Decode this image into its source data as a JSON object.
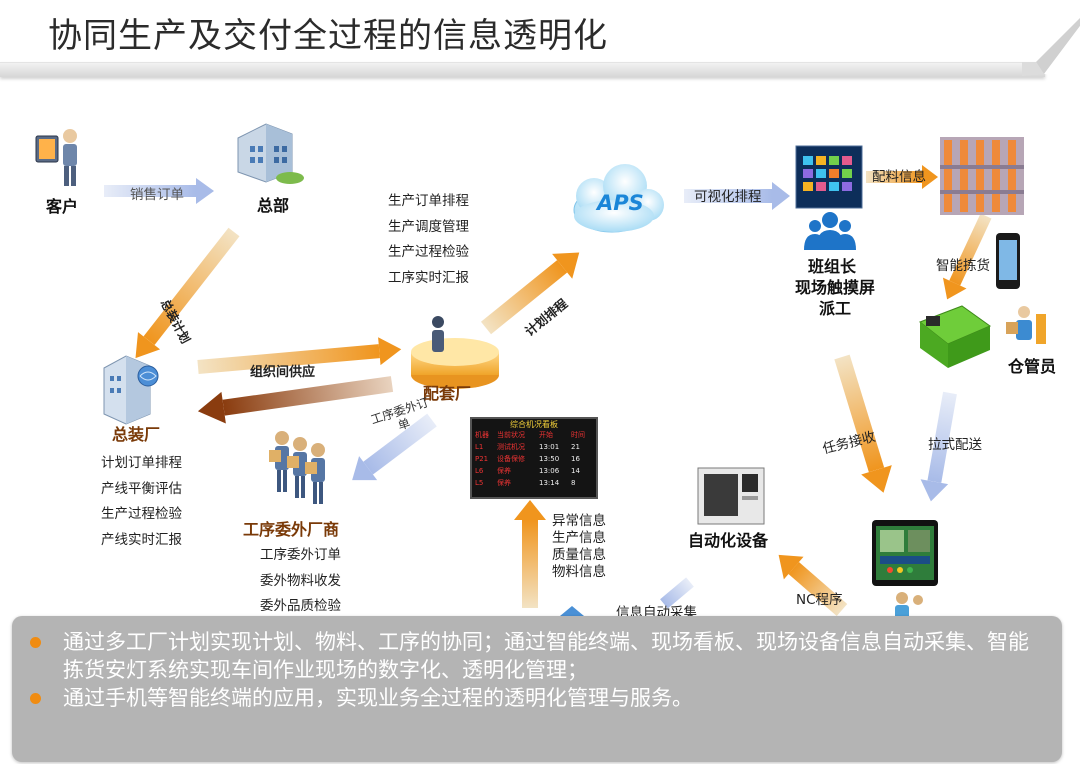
{
  "title": "协同生产及交付全过程的信息透明化",
  "nodes": {
    "customer": "客户",
    "hq": "总部",
    "aps": "APS",
    "team_leader": [
      "班组长",
      "现场触摸屏",
      "派工"
    ],
    "warehouse_keeper": "仓管员",
    "assembly_plant": "总装厂",
    "supplier_plant": "配套厂",
    "outsource": "工序委外厂商",
    "automation": "自动化设备"
  },
  "edges": {
    "sales_order": "销售订单",
    "master_plan": "总装计划",
    "org_supply": "组织间供应",
    "plan_schedule": "计划排程",
    "visual_schedule": "可视化排程",
    "material_info": "配料信息",
    "smart_picking": "智能拣货",
    "task_receive": "任务接收",
    "pull_delivery": "拉式配送",
    "process_outsource": "工序委外订单",
    "nc_program": "NC程序",
    "auto_collect": "信息自动采集"
  },
  "supplier_functions": [
    "生产订单排程",
    "生产调度管理",
    "生产过程检验",
    "工序实时汇报"
  ],
  "assembly_functions": [
    "计划订单排程",
    "产线平衡评估",
    "生产过程检验",
    "产线实时汇报"
  ],
  "outsource_functions": [
    "工序委外订单",
    "委外物料收发",
    "委外品质检验"
  ],
  "kanban_info": [
    "异常信息",
    "生产信息",
    "质量信息",
    "物料信息"
  ],
  "kanban_board": {
    "title": "综合机况看板",
    "headers": [
      "机器",
      "当前状况",
      "开始",
      "时间"
    ],
    "rows": [
      [
        "L1",
        "测试机况",
        "13:01",
        "21"
      ],
      [
        "P21",
        "设备保修",
        "13:50",
        "16"
      ],
      [
        "L6",
        "保养",
        "13:06",
        "14"
      ],
      [
        "L5",
        "保养",
        "13:14",
        "8"
      ]
    ]
  },
  "bullets": [
    "通过多工厂计划实现计划、物料、工序的协同；通过智能终端、现场看板、现场设备信息自动采集、智能拣货安灯系统实现车间作业现场的数字化、透明化管理；",
    "通过手机等智能终端的应用，实现业务全过程的透明化管理与服务。"
  ],
  "colors": {
    "orange": "#f0951e",
    "brown": "#8a3c0f",
    "blue_arrow": "#a8bbe8",
    "summary_bg": "#b4b4b4",
    "bullet": "#f08c12"
  }
}
